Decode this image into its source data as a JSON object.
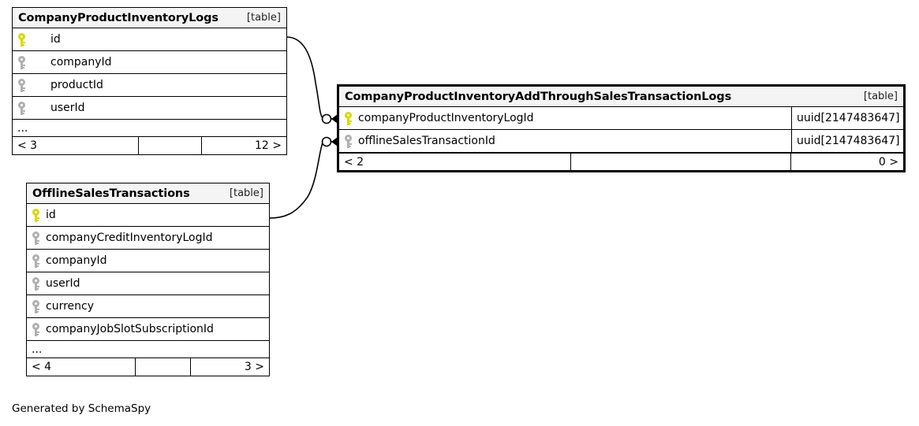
{
  "diagram": {
    "generator_credit": "Generated by SchemaSpy",
    "kind_label": "[table]",
    "ellipsis": "...",
    "colors": {
      "primary_key": "#d9d900",
      "foreign_key": "#b0b0b0",
      "header_background": "#f4f4f4",
      "border": "#000000",
      "page_background": "#ffffff"
    }
  },
  "tables": [
    {
      "id": "company-product-inventory-logs",
      "title": "CompanyProductInventoryLogs",
      "kind": "[table]",
      "emphasis": false,
      "has_ellipsis": true,
      "columns": [
        {
          "name": "id",
          "key": "pk",
          "type": ""
        },
        {
          "name": "companyId",
          "key": "fk",
          "type": ""
        },
        {
          "name": "productId",
          "key": "fk",
          "type": ""
        },
        {
          "name": "userId",
          "key": "fk",
          "type": ""
        }
      ],
      "footer": {
        "left": "< 3",
        "middle": "",
        "right": "12 >"
      }
    },
    {
      "id": "company-product-inventory-add-through-sales-transaction-logs",
      "title": "CompanyProductInventoryAddThroughSalesTransactionLogs",
      "kind": "[table]",
      "emphasis": true,
      "has_ellipsis": false,
      "columns": [
        {
          "name": "companyProductInventoryLogId",
          "key": "pk",
          "type": "uuid[2147483647]"
        },
        {
          "name": "offlineSalesTransactionId",
          "key": "fk",
          "type": "uuid[2147483647]"
        }
      ],
      "footer": {
        "left": "< 2",
        "middle": "",
        "right": "0 >"
      }
    },
    {
      "id": "offline-sales-transactions",
      "title": "OfflineSalesTransactions",
      "kind": "[table]",
      "emphasis": false,
      "has_ellipsis": true,
      "columns": [
        {
          "name": "id",
          "key": "pk",
          "type": ""
        },
        {
          "name": "companyCreditInventoryLogId",
          "key": "fk",
          "type": ""
        },
        {
          "name": "companyId",
          "key": "fk",
          "type": ""
        },
        {
          "name": "userId",
          "key": "fk",
          "type": ""
        },
        {
          "name": "currency",
          "key": "fk",
          "type": ""
        },
        {
          "name": "companyJobSlotSubscriptionId",
          "key": "fk",
          "type": ""
        }
      ],
      "footer": {
        "left": "< 4",
        "middle": "",
        "right": "3 >"
      }
    }
  ],
  "relationships": [
    {
      "id": "rel-inventory-log",
      "from_table": "CompanyProductInventoryLogs",
      "from_column": "id",
      "to_table": "CompanyProductInventoryAddThroughSalesTransactionLogs",
      "to_column": "companyProductInventoryLogId",
      "source_cardinality": "zero-or-one",
      "target_cardinality": "many"
    },
    {
      "id": "rel-offline-sales-transaction",
      "from_table": "OfflineSalesTransactions",
      "from_column": "id",
      "to_table": "CompanyProductInventoryAddThroughSalesTransactionLogs",
      "to_column": "offlineSalesTransactionId",
      "source_cardinality": "zero-or-one",
      "target_cardinality": "many"
    }
  ]
}
